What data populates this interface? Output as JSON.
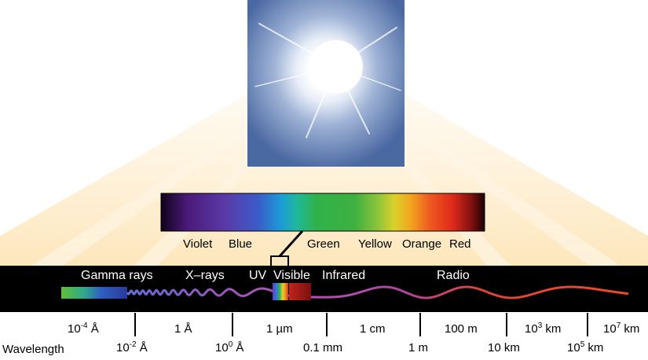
{
  "colors": {
    "light_beam": "#fde9c2",
    "sky_top": "#4f6fa6",
    "spectrum_bar": "#000000",
    "wave_start": "#5f6dd8",
    "wave_end": "#ee4a2a"
  },
  "visible_spectrum": {
    "labels": [
      "Violet",
      "Blue",
      "Green",
      "Yellow",
      "Orange",
      "Red"
    ]
  },
  "bands": {
    "gamma": "Gamma rays",
    "xray": "X–rays",
    "uv": "UV",
    "visible": "Visible",
    "infrared": "Infrared",
    "radio": "Radio"
  },
  "axis": {
    "title": "Wavelength",
    "upper_ticks": [
      {
        "base": "10",
        "exp": "-4",
        "unit": " Å"
      },
      {
        "base": "1 Å",
        "exp": "",
        "unit": ""
      },
      {
        "base": "1 µm",
        "exp": "",
        "unit": ""
      },
      {
        "base": "1 cm",
        "exp": "",
        "unit": ""
      },
      {
        "base": "100 m",
        "exp": "",
        "unit": ""
      },
      {
        "base": "10",
        "exp": "3",
        "unit": " km"
      },
      {
        "base": "10",
        "exp": "7",
        "unit": " km"
      }
    ],
    "lower_ticks": [
      {
        "base": "10",
        "exp": "-2",
        "unit": " Å"
      },
      {
        "base": "10",
        "exp": "0",
        "unit": " Å"
      },
      {
        "base": "0.1 mm",
        "exp": "",
        "unit": ""
      },
      {
        "base": "1 m",
        "exp": "",
        "unit": ""
      },
      {
        "base": "10 km",
        "exp": "",
        "unit": ""
      },
      {
        "base": "10",
        "exp": "5",
        "unit": " km"
      }
    ]
  }
}
